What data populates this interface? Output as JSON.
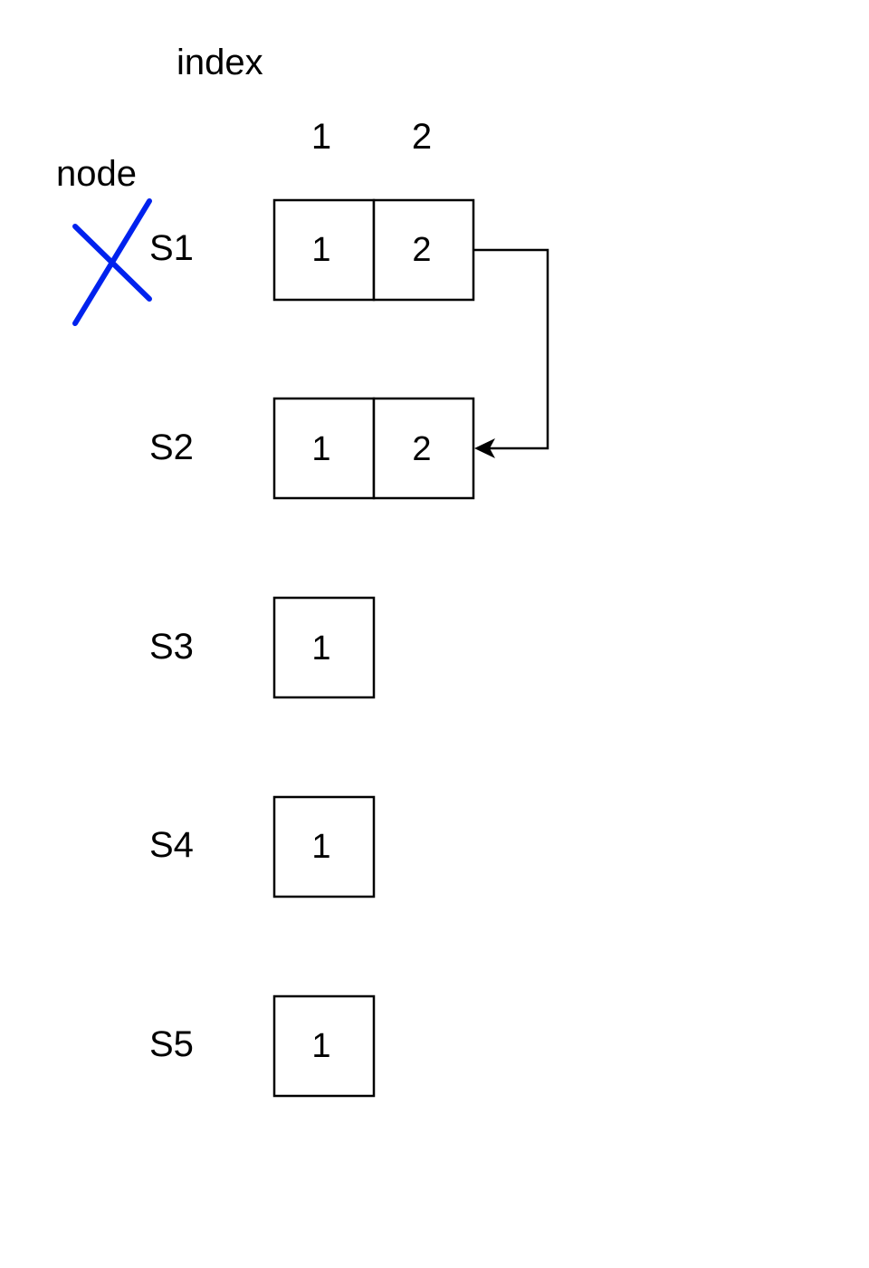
{
  "header": {
    "index_label": "index",
    "node_label": "node",
    "index_numbers": [
      "1",
      "2"
    ]
  },
  "nodes": [
    {
      "label": "S1",
      "color": "#ff0000",
      "crossed": true,
      "entries": [
        "1",
        "2"
      ]
    },
    {
      "label": "S2",
      "color": "#000000",
      "crossed": false,
      "entries": [
        "1",
        "2"
      ]
    },
    {
      "label": "S3",
      "color": "#000000",
      "crossed": false,
      "entries": [
        "1"
      ]
    },
    {
      "label": "S4",
      "color": "#000000",
      "crossed": false,
      "entries": [
        "1"
      ]
    },
    {
      "label": "S5",
      "color": "#330000",
      "crossed": false,
      "entries": [
        "1"
      ]
    }
  ],
  "replication_arrow": {
    "from_node": "S1",
    "to_node": "S2",
    "index": "2"
  },
  "colors": {
    "cross": "#0022ee",
    "stroke": "#000000"
  }
}
